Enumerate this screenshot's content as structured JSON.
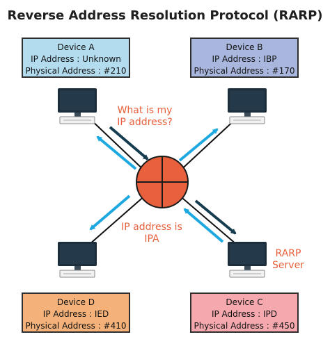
{
  "title": "Reverse Address Resolution Protocol (RARP)",
  "devices": {
    "a": {
      "name": "Device A",
      "ip": "IP Address : Unknown",
      "mac": "Physical Address : #210",
      "color": "#b3dcef"
    },
    "b": {
      "name": "Device B",
      "ip": "IP Address : IBP",
      "mac": "Physical Address : #170",
      "color": "#a9b6dd"
    },
    "c": {
      "name": "Device C",
      "ip": "IP Address : IPD",
      "mac": "Physical Address : #450",
      "color": "#f5a8ad"
    },
    "d": {
      "name": "Device D",
      "ip": "IP Address : IED",
      "mac": "Physical Address : #410",
      "color": "#f4b27a"
    }
  },
  "labels": {
    "question": [
      "What is my",
      "IP address?"
    ],
    "answer": [
      "IP address is",
      "IPA"
    ],
    "server": [
      "RARP",
      "Server"
    ]
  },
  "colors": {
    "router": "#e8603c",
    "arrow_light": "#1ea8e0",
    "arrow_dark": "#163c50",
    "computer": "#1c2e3c"
  },
  "icons": {
    "router": "router-icon",
    "computer": "computer-icon"
  }
}
